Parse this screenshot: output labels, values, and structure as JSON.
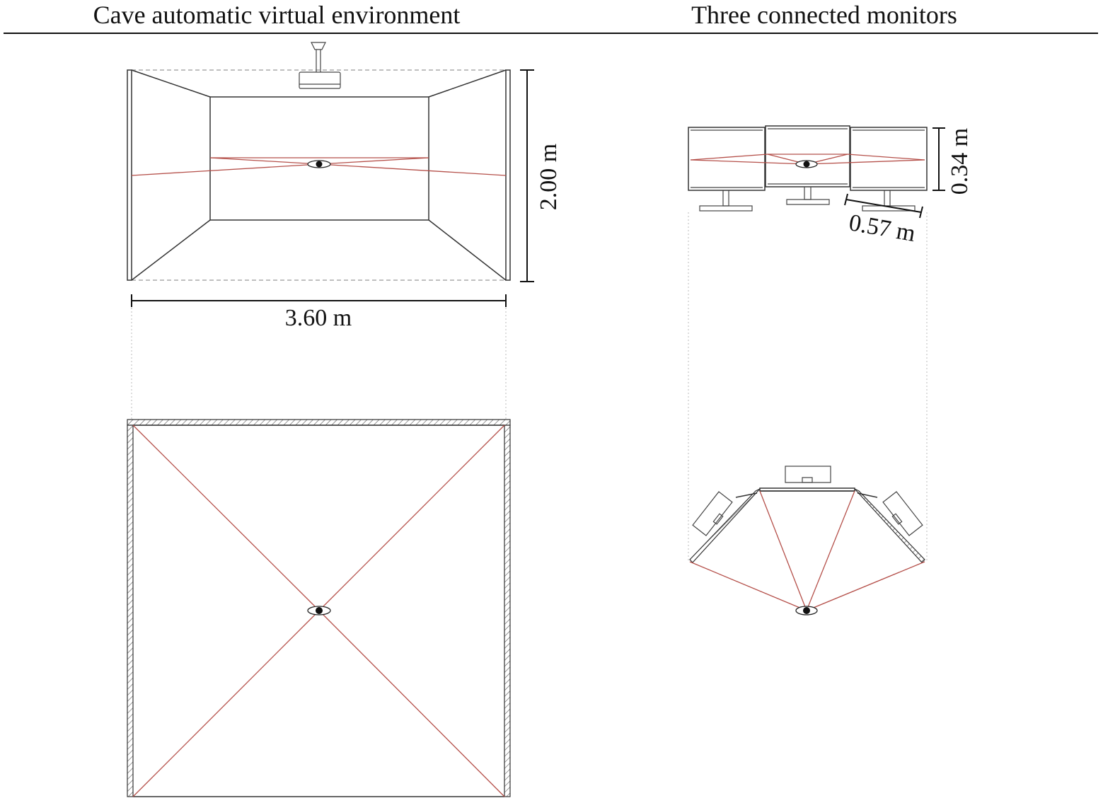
{
  "headings": {
    "left": "Cave automatic virtual environment",
    "right": "Three connected monitors"
  },
  "dimensions": {
    "cave_width": "3.60 m",
    "cave_height": "2.00 m",
    "monitor_height": "0.34 m",
    "monitor_width": "0.57 m"
  },
  "colors": {
    "sightline": "#b5504a",
    "outline": "#333333"
  }
}
